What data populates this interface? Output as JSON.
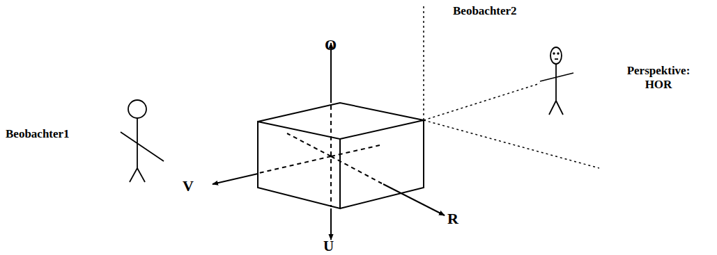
{
  "diagram": {
    "labels": [
      "Beobachter2",
      "O",
      "Perspektive: HOR",
      "Beobachter1",
      "V",
      "R",
      "U"
    ]
  }
}
